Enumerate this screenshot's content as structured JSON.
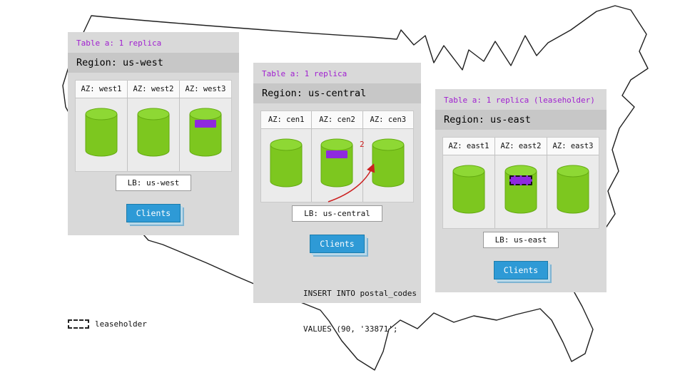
{
  "colors": {
    "panel_bg": "#d9d9d9",
    "region_band": "#c7c7c7",
    "cylinder_green": "#7dc71f",
    "replica_purple": "#8e2adf",
    "clients_blue": "#2e9ad6",
    "table_label_purple": "#a020d0",
    "arrow_red": "#cc2020"
  },
  "legend": {
    "swatch": "dashed-box",
    "label": "leaseholder"
  },
  "panels": [
    {
      "id": "us-west",
      "table_label": "Table a: 1 replica",
      "region_label": "Region: us-west",
      "azs": [
        {
          "label": "AZ: west1",
          "replica": false,
          "leaseholder": false
        },
        {
          "label": "AZ: west2",
          "replica": false,
          "leaseholder": false
        },
        {
          "label": "AZ: west3",
          "replica": true,
          "leaseholder": false
        }
      ],
      "lb_label": "LB: us-west",
      "clients_label": "Clients"
    },
    {
      "id": "us-central",
      "table_label": "Table a: 1 replica",
      "region_label": "Region: us-central",
      "azs": [
        {
          "label": "AZ: cen1",
          "replica": false,
          "leaseholder": false
        },
        {
          "label": "AZ: cen2",
          "replica": true,
          "leaseholder": false
        },
        {
          "label": "AZ: cen3",
          "replica": false,
          "leaseholder": false
        }
      ],
      "lb_label": "LB: us-central",
      "clients_label": "Clients",
      "arrow_label": "2",
      "query_lines": [
        "INSERT INTO postal_codes",
        "VALUES (90, '33871';"
      ]
    },
    {
      "id": "us-east",
      "table_label": "Table a: 1 replica (leaseholder)",
      "region_label": "Region: us-east",
      "azs": [
        {
          "label": "AZ: east1",
          "replica": false,
          "leaseholder": false
        },
        {
          "label": "AZ: east2",
          "replica": true,
          "leaseholder": true
        },
        {
          "label": "AZ: east3",
          "replica": false,
          "leaseholder": false
        }
      ],
      "lb_label": "LB: us-east",
      "clients_label": "Clients"
    }
  ]
}
